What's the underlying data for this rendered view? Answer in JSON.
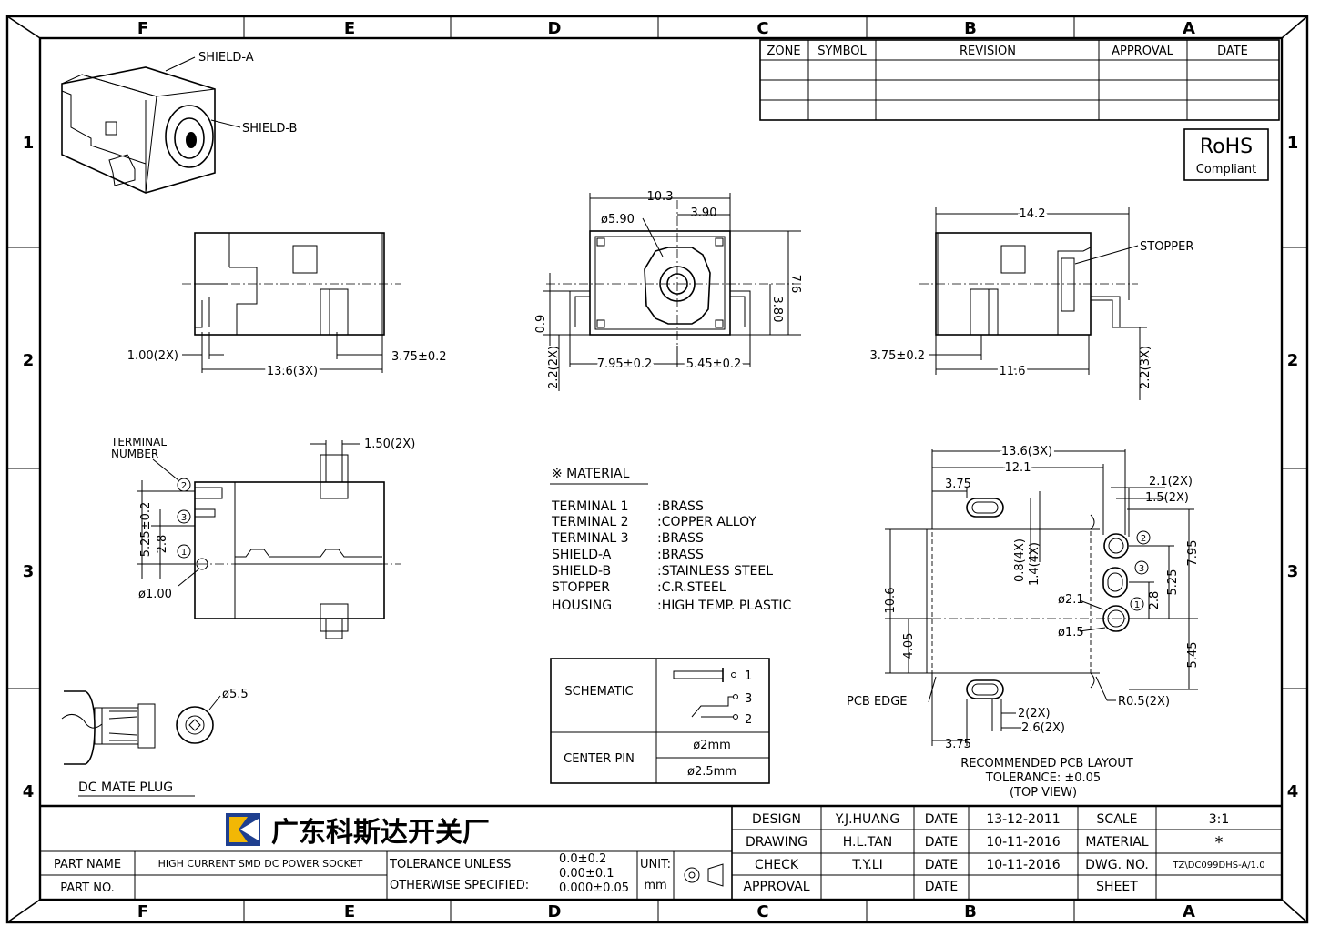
{
  "border": {
    "columns": [
      "F",
      "E",
      "D",
      "C",
      "B",
      "A"
    ],
    "rows": [
      "1",
      "2",
      "3",
      "4"
    ]
  },
  "revision_table": {
    "headers": [
      "ZONE",
      "SYMBOL",
      "REVISION",
      "APPROVAL",
      "DATE"
    ]
  },
  "rohs": {
    "line1": "RoHS",
    "line2": "Compliant"
  },
  "iso_view": {
    "shield_a": "SHIELD-A",
    "shield_b": "SHIELD-B"
  },
  "side_view_left": {
    "dim_pin": "1.00(2X)",
    "dim_offset": "3.75±0.2",
    "dim_length": "13.6(3X)"
  },
  "front_view": {
    "dim_width": "10.3",
    "dim_hole": "ø5.90",
    "dim_half": "3.90",
    "dim_height": "7.6",
    "dim_center": "3.80",
    "dim_base": "0.9",
    "dim_leg": "2.2(2X)",
    "dim_left": "7.95±0.2",
    "dim_right": "5.45±0.2"
  },
  "side_view_right": {
    "dim_length": "14.2",
    "stopper": "STOPPER",
    "dim_offset": "3.75±0.2",
    "dim_body": "11.6",
    "dim_leg": "2.2(3X)"
  },
  "bottom_view": {
    "terminal_line1": "TERMINAL",
    "terminal_line2": "NUMBER",
    "dim_tab": "1.50(2X)",
    "dim_525": "5.25±0.2",
    "dim_28": "2.8",
    "dim_pin": "ø1.00",
    "t1": "1",
    "t2": "2",
    "t3": "3"
  },
  "material": {
    "title": "※ MATERIAL",
    "rows": [
      {
        "part": "TERMINAL 1",
        "mat": ":BRASS"
      },
      {
        "part": "TERMINAL 2",
        "mat": ":COPPER ALLOY"
      },
      {
        "part": "TERMINAL 3",
        "mat": ":BRASS"
      },
      {
        "part": "SHIELD-A",
        "mat": ":BRASS"
      },
      {
        "part": "SHIELD-B",
        "mat": ":STAINLESS STEEL"
      },
      {
        "part": "STOPPER",
        "mat": ":C.R.STEEL"
      },
      {
        "part": "HOUSING",
        "mat": ":HIGH TEMP. PLASTIC"
      }
    ]
  },
  "schematic_table": {
    "schematic_label": "SCHEMATIC",
    "center_pin_label": "CENTER PIN",
    "pin_options": [
      "ø2mm",
      "ø2.5mm"
    ],
    "p1": "1",
    "p2": "2",
    "p3": "3"
  },
  "pcb_layout": {
    "dim_overall": "13.6(3X)",
    "dim_121": "12.1",
    "dim_375_top": "3.75",
    "dim_21": "2.1(2X)",
    "dim_15": "1.5(2X)",
    "dim_08": "0.8(4X)",
    "dim_14": "1.4(4X)",
    "dim_795": "7.95",
    "dim_525": "5.25",
    "dim_28": "2.8",
    "dim_545": "5.45",
    "dim_106": "10.6",
    "dim_405": "4.05",
    "dim_d21": "ø2.1",
    "dim_d15": "ø1.5",
    "pcb_edge": "PCB EDGE",
    "r05": "R0.5(2X)",
    "dim_2": "2(2X)",
    "dim_26": "2.6(2X)",
    "dim_375_bot": "3.75",
    "t1": "1",
    "t2": "2",
    "t3": "3",
    "caption1": "RECOMMENDED PCB LAYOUT",
    "caption2": "TOLERANCE: ±0.05",
    "caption3": "(TOP VIEW)"
  },
  "mate_plug": {
    "dim_d55": "ø5.5",
    "label": "DC MATE PLUG"
  },
  "title_block": {
    "company": "广东科斯达开关厂",
    "part_name_label": "PART NAME",
    "part_name": "HIGH CURRENT SMD DC POWER SOCKET",
    "part_no_label": "PART NO.",
    "tolerance1": "TOLERANCE UNLESS",
    "tolerance2": "OTHERWISE SPECIFIED:",
    "tol_a": "0.0±0.2",
    "tol_b": "0.00±0.1",
    "tol_c": "0.000±0.05",
    "unit_label": "UNIT:",
    "unit": "mm",
    "design_label": "DESIGN",
    "design": "Y.J.HUANG",
    "drawing_label": "DRAWING",
    "drawing": "H.L.TAN",
    "check_label": "CHECK",
    "check": "T.Y.LI",
    "approval_label": "APPROVAL",
    "date_label": "DATE",
    "date_design": "13-12-2011",
    "date_drawing": "10-11-2016",
    "date_check": "10-11-2016",
    "scale_label": "SCALE",
    "scale": "3:1",
    "material_label": "MATERIAL",
    "material": "*",
    "dwg_label": "DWG. NO.",
    "dwg_no": "TZ\\DC099DHS-A/1.0",
    "sheet_label": "SHEET"
  }
}
